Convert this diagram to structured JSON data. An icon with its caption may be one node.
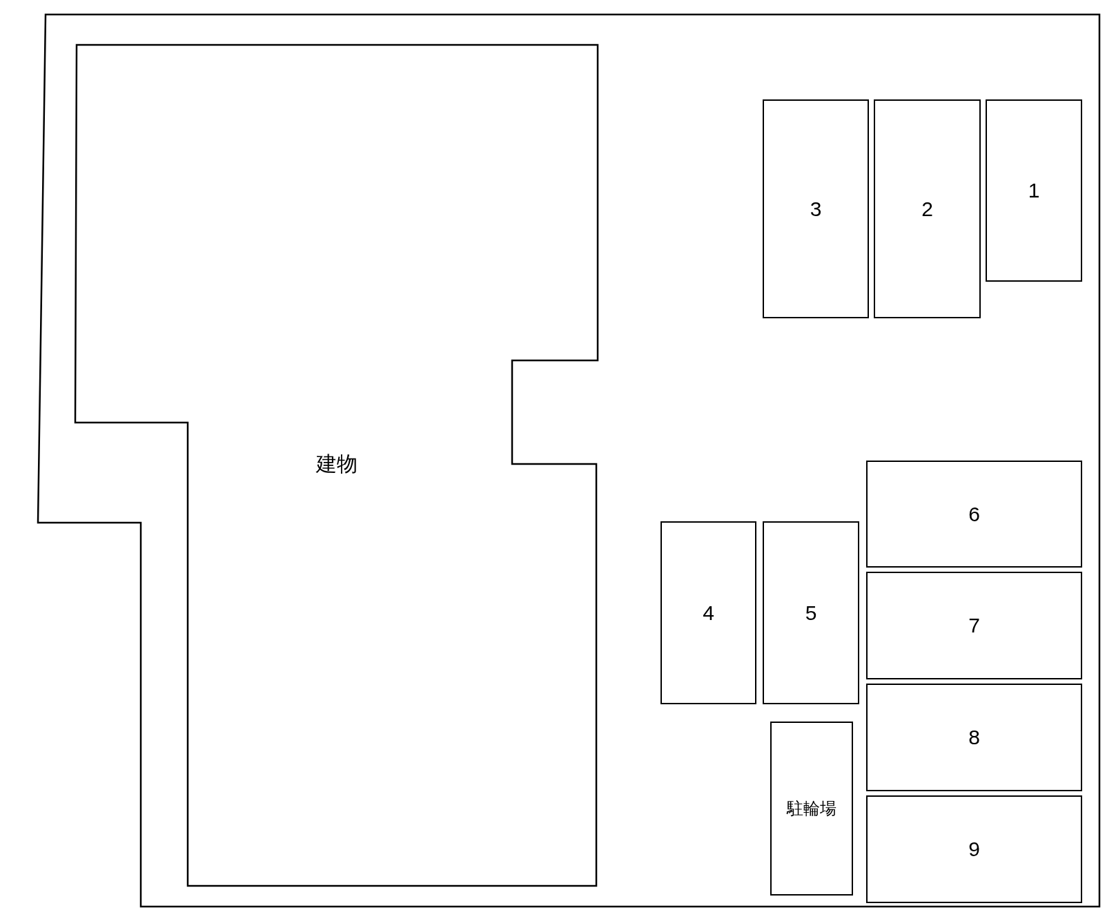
{
  "diagram": {
    "nodes": [
      {
        "text": [],
        "shape": "box"
      },
      {
        "text": [
          "建物"
        ],
        "in": 0
      },
      {
        "text": [
          "3"
        ],
        "in": 0
      },
      {
        "text": [
          "2"
        ],
        "in": 0
      },
      {
        "text": [
          "1"
        ],
        "in": 0
      },
      {
        "text": [
          "6"
        ],
        "in": 0
      },
      {
        "text": [
          "4"
        ],
        "in": 0
      },
      {
        "text": [
          "5"
        ],
        "in": 0
      },
      {
        "text": [
          "7"
        ],
        "in": 0
      },
      {
        "text": [
          "8"
        ],
        "in": 0
      },
      {
        "text": [
          "駐輪場"
        ],
        "in": 0
      },
      {
        "text": [
          "9"
        ],
        "in": 0
      }
    ]
  }
}
